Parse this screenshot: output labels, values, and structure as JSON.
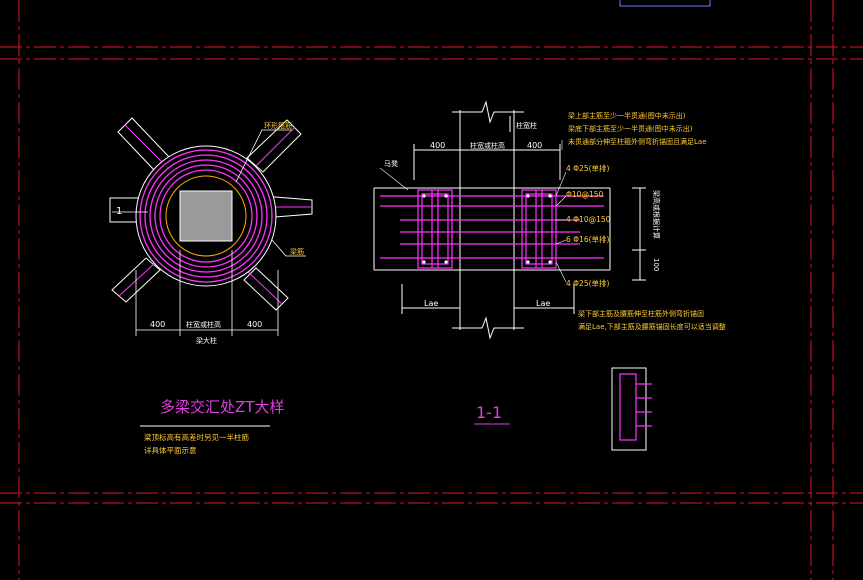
{
  "colors": {
    "background": "#000000",
    "gridline": "#e0102a",
    "rebar": "#ff33ff",
    "dimension": "#ffffff",
    "note": "#ffcc33",
    "title": "#e040e0",
    "column_fill": "#9a9a9a",
    "outline": "#ffb000",
    "label": "#33cc66"
  },
  "plan": {
    "section_mark": "1",
    "stirrup_label": "环形箍筋",
    "beam_label": "梁筋",
    "dim_left": "400",
    "dim_center": "柱宽或柱高",
    "dim_right": "400",
    "dim_bottom": "梁大柱"
  },
  "title_block": {
    "title": "多梁交汇处ZT大样",
    "note_line1": "梁顶标高有高差时另见一半柱筋",
    "note_line2": "详具体平面示意"
  },
  "section": {
    "top_label": "柱宽柱",
    "dim_left": "400",
    "dim_center": "柱宽或柱高",
    "dim_right": "400",
    "beam_tag": "马凳",
    "top_note_line1": "梁上部主筋至少一半贯通(图中未示出)",
    "top_note_line2": "梁底下部主筋至少一半贯通(图中未示出)",
    "top_note_line3": "未贯通部分伸至柱箍外侧弯折锚固且满足Lae",
    "rebar_1": "4 Φ25(单排)",
    "rebar_2": "Φ10@150",
    "rebar_3": "4 Φ10@150",
    "rebar_4": "6 Φ16(单排)",
    "rebar_5": "4 Φ25(单排)",
    "right_dim": "梁高或根据计算",
    "right_dim_small": "100",
    "lae_left": "Lae",
    "lae_right": "Lae",
    "bottom_note_line1": "梁下部主筋及腰筋伸至柱筋外侧弯折锚固",
    "bottom_note_line2": "满足Lae,下部主筋及腰筋锚固长度可以适当调整",
    "section_title": "1-1"
  }
}
